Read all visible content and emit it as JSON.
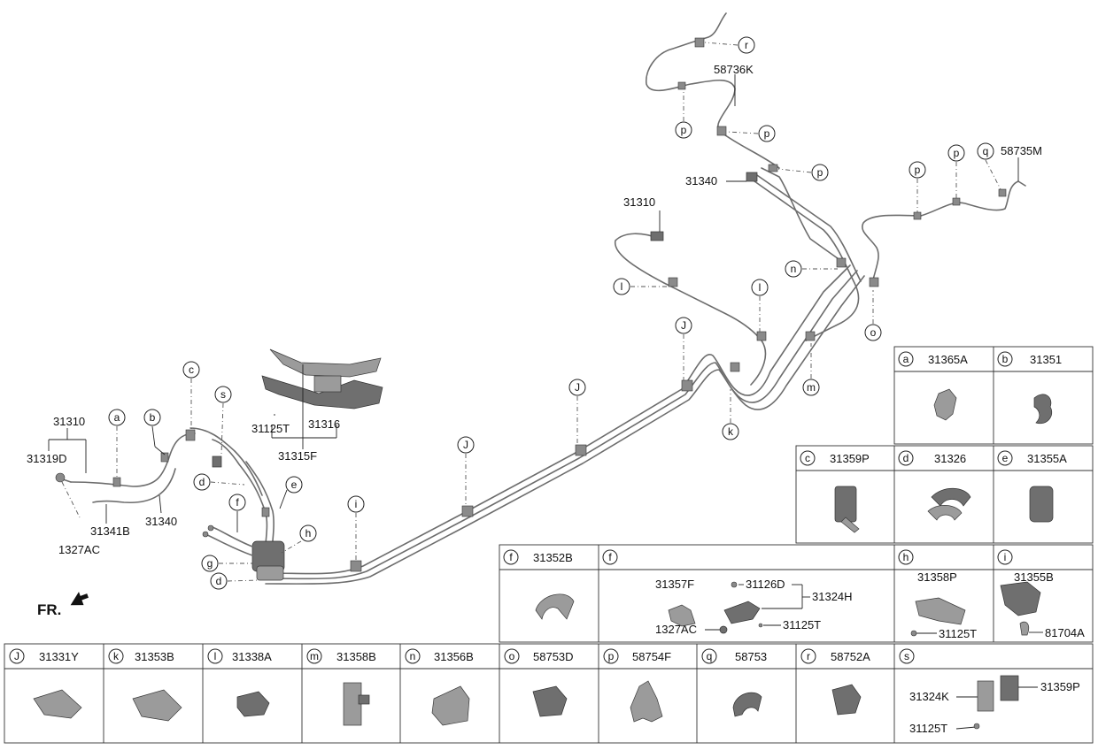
{
  "orientation_label": "FR.",
  "labels": {
    "l31310_left": "31310",
    "l31319D": "31319D",
    "l1327AC": "1327AC",
    "l31341B": "31341B",
    "l31340_left": "31340",
    "l31125T_top": "31125T",
    "l31316": "31316",
    "l31315F": "31315F",
    "l31310_right": "31310",
    "l31340_right": "31340",
    "l58736K": "58736K",
    "l58735M": "58735M"
  },
  "callouts": {
    "a": "a",
    "b": "b",
    "c": "c",
    "d": "d",
    "e": "e",
    "f": "f",
    "g": "g",
    "h": "h",
    "i": "i",
    "J": "J",
    "k": "k",
    "l": "l",
    "m": "m",
    "n": "n",
    "o": "o",
    "p": "p",
    "q": "q",
    "r": "r",
    "s": "s"
  },
  "table": {
    "a": {
      "letter": "a",
      "part": "31365A"
    },
    "b": {
      "letter": "b",
      "part": "31351"
    },
    "c": {
      "letter": "c",
      "part": "31359P"
    },
    "d": {
      "letter": "d",
      "part": "31326"
    },
    "e": {
      "letter": "e",
      "part": "31355A"
    },
    "f1": {
      "letter": "f",
      "part": "31352B"
    },
    "f2": {
      "letter": "f",
      "sub": [
        "31357F",
        "31126D",
        "31324H",
        "1327AC",
        "31125T"
      ]
    },
    "h": {
      "letter": "h",
      "part": "31358P",
      "sub": [
        "31125T"
      ]
    },
    "i": {
      "letter": "i",
      "part": "31355B",
      "sub": [
        "81704A"
      ]
    },
    "J": {
      "letter": "J",
      "part": "31331Y"
    },
    "k": {
      "letter": "k",
      "part": "31353B"
    },
    "l": {
      "letter": "l",
      "part": "31338A"
    },
    "m": {
      "letter": "m",
      "part": "31358B"
    },
    "n": {
      "letter": "n",
      "part": "31356B"
    },
    "o": {
      "letter": "o",
      "part": "58753D"
    },
    "p": {
      "letter": "p",
      "part": "58754F"
    },
    "q": {
      "letter": "q",
      "part": "58753"
    },
    "r": {
      "letter": "r",
      "part": "58752A"
    },
    "s": {
      "letter": "s",
      "sub": [
        "31324K",
        "31359P",
        "31125T"
      ]
    }
  }
}
